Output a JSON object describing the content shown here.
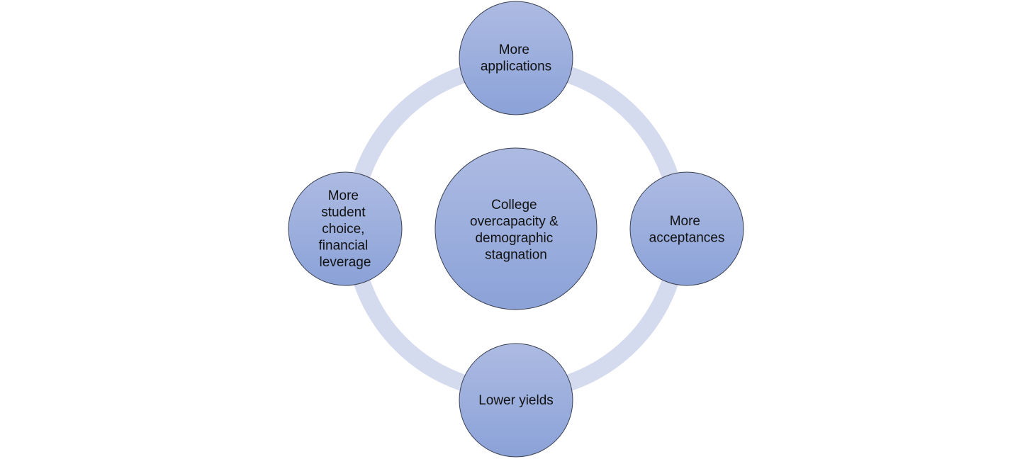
{
  "diagram": {
    "type": "cycle",
    "colors": {
      "ring": "#d5dbee",
      "node_fill_top": "#adbbe2",
      "node_fill_bottom": "#8ba2d8",
      "node_stroke": "#3a4152",
      "text": "#111111"
    },
    "center": {
      "lines": [
        "College",
        "overcapacity &",
        "demographic",
        "stagnation"
      ]
    },
    "nodes": [
      {
        "id": "top",
        "lines": [
          "More",
          "applications"
        ]
      },
      {
        "id": "right",
        "lines": [
          "More",
          "acceptances"
        ]
      },
      {
        "id": "bottom",
        "lines": [
          "Lower yields"
        ]
      },
      {
        "id": "left",
        "lines": [
          "More",
          "student",
          "choice,",
          "financial",
          "leverage"
        ]
      }
    ]
  }
}
